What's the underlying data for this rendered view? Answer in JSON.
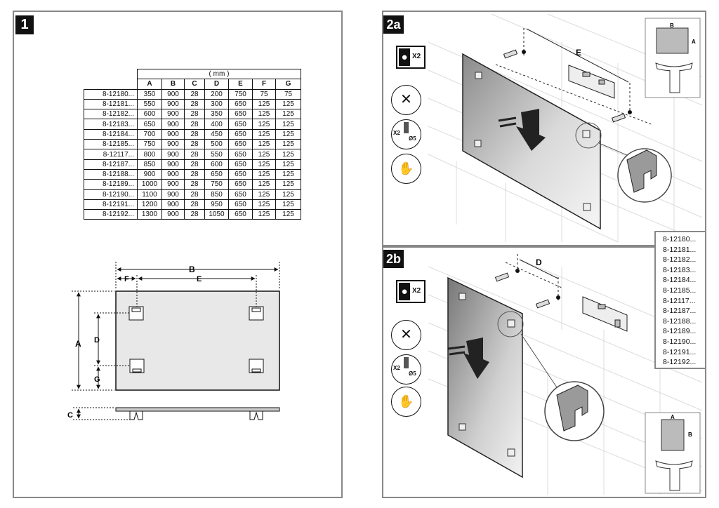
{
  "panel1": {
    "badge": "1",
    "table": {
      "unit_header": "( mm )",
      "columns": [
        "A",
        "B",
        "C",
        "D",
        "E",
        "F",
        "G"
      ],
      "rows": [
        {
          "code": "8-12180...",
          "values": [
            "350",
            "900",
            "28",
            "200",
            "750",
            "75",
            "75"
          ]
        },
        {
          "code": "8-12181...",
          "values": [
            "550",
            "900",
            "28",
            "300",
            "650",
            "125",
            "125"
          ]
        },
        {
          "code": "8-12182...",
          "values": [
            "600",
            "900",
            "28",
            "350",
            "650",
            "125",
            "125"
          ]
        },
        {
          "code": "8-12183...",
          "values": [
            "650",
            "900",
            "28",
            "400",
            "650",
            "125",
            "125"
          ]
        },
        {
          "code": "8-12184...",
          "values": [
            "700",
            "900",
            "28",
            "450",
            "650",
            "125",
            "125"
          ]
        },
        {
          "code": "8-12185...",
          "values": [
            "750",
            "900",
            "28",
            "500",
            "650",
            "125",
            "125"
          ]
        },
        {
          "code": "8-12117...",
          "values": [
            "800",
            "900",
            "28",
            "550",
            "650",
            "125",
            "125"
          ]
        },
        {
          "code": "8-12187...",
          "values": [
            "850",
            "900",
            "28",
            "600",
            "650",
            "125",
            "125"
          ]
        },
        {
          "code": "8-12188...",
          "values": [
            "900",
            "900",
            "28",
            "650",
            "650",
            "125",
            "125"
          ]
        },
        {
          "code": "8-12189...",
          "values": [
            "1000",
            "900",
            "28",
            "750",
            "650",
            "125",
            "125"
          ]
        },
        {
          "code": "8-12190...",
          "values": [
            "1100",
            "900",
            "28",
            "850",
            "650",
            "125",
            "125"
          ]
        },
        {
          "code": "8-12191...",
          "values": [
            "1200",
            "900",
            "28",
            "950",
            "650",
            "125",
            "125"
          ]
        },
        {
          "code": "8-12192...",
          "values": [
            "1300",
            "900",
            "28",
            "1050",
            "650",
            "125",
            "125"
          ]
        }
      ]
    },
    "diagram_labels": {
      "a": "A",
      "b": "B",
      "c": "C",
      "d": "D",
      "e": "E",
      "f": "F",
      "g": "G"
    }
  },
  "panel2a": {
    "badge": "2a",
    "persons": "X2",
    "drill_count": "X2",
    "drill_diameter": "Ø5",
    "dim_label": "E",
    "thumb_labels": {
      "a": "A",
      "b": "B"
    }
  },
  "panel2b": {
    "badge": "2b",
    "persons": "X2",
    "drill_count": "X2",
    "drill_diameter": "Ø5",
    "dim_label": "D",
    "thumb_labels": {
      "a": "A",
      "b": "B"
    }
  },
  "codes": [
    "8-12180...",
    "8-12181...",
    "8-12182...",
    "8-12183...",
    "8-12184...",
    "8-12185...",
    "8-12117...",
    "8-12187...",
    "8-12188...",
    "8-12189...",
    "8-12190...",
    "8-12191...",
    "8-12192..."
  ],
  "colors": {
    "border": "#888888",
    "badge": "#111111",
    "mirror_light": "#f2f2f2",
    "mirror_dark": "#7a7a7a"
  }
}
